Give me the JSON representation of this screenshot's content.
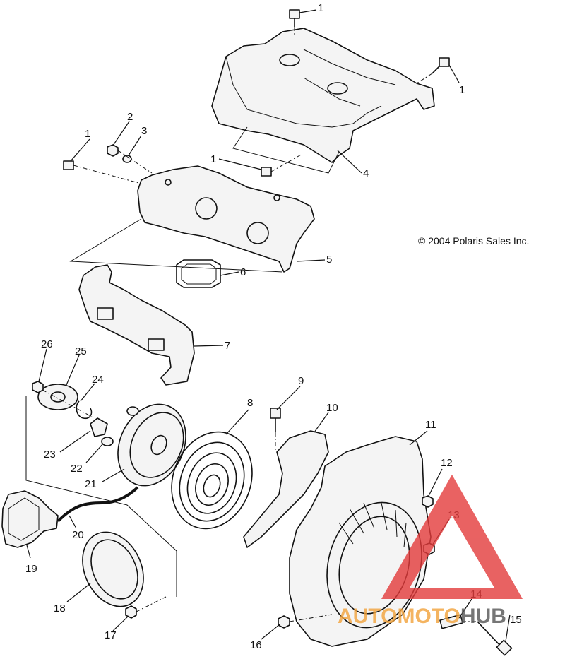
{
  "copyright": "© 2004 Polaris Sales Inc.",
  "callouts": [
    "1",
    "1",
    "1",
    "1",
    "2",
    "3",
    "4",
    "5",
    "6",
    "7",
    "8",
    "9",
    "10",
    "11",
    "12",
    "13",
    "14",
    "15",
    "16",
    "17",
    "18",
    "19",
    "20",
    "21",
    "22",
    "23",
    "24",
    "25",
    "26"
  ],
  "watermark": {
    "prefix": "AUTO",
    "middle": "MOTO",
    "suffix": "HUB",
    "colors": {
      "triangle": "#e33b3b",
      "auto": "#f2a23a",
      "moto": "#f2a23a",
      "hub": "#555555"
    }
  }
}
